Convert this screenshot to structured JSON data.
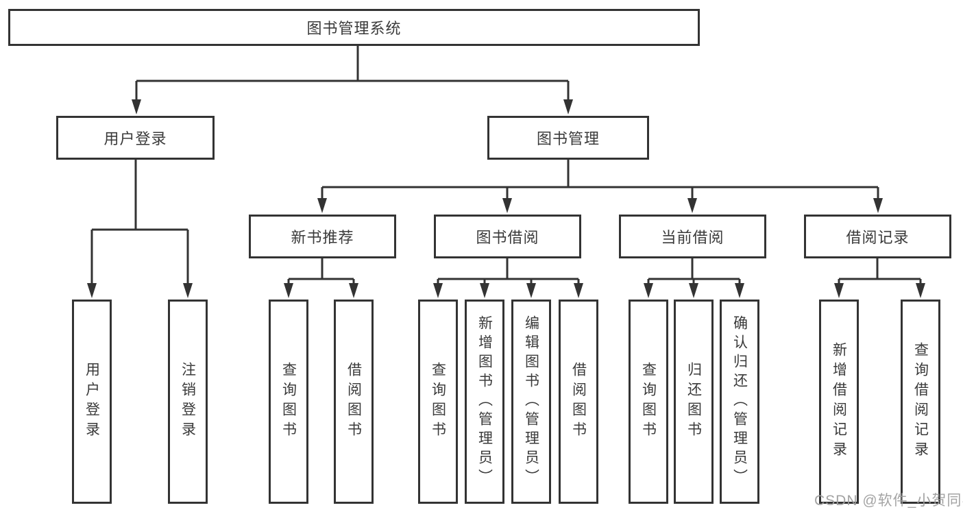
{
  "diagram_title": "图书管理系统",
  "tree": {
    "label": "图书管理系统",
    "children": [
      {
        "label": "用户登录",
        "children": [
          {
            "label": "用户登录"
          },
          {
            "label": "注销登录"
          }
        ]
      },
      {
        "label": "图书管理",
        "children": [
          {
            "label": "新书推荐",
            "children": [
              {
                "label": "查询图书"
              },
              {
                "label": "借阅图书"
              }
            ]
          },
          {
            "label": "图书借阅",
            "children": [
              {
                "label": "查询图书"
              },
              {
                "label": "新增图书（管理员）"
              },
              {
                "label": "编辑图书（管理员）"
              },
              {
                "label": "借阅图书"
              }
            ]
          },
          {
            "label": "当前借阅",
            "children": [
              {
                "label": "查询图书"
              },
              {
                "label": "归还图书"
              },
              {
                "label": "确认归还（管理员）"
              }
            ]
          },
          {
            "label": "借阅记录",
            "children": [
              {
                "label": "新增借阅记录"
              },
              {
                "label": "查询借阅记录"
              }
            ]
          }
        ]
      }
    ]
  },
  "watermark": {
    "text": "CSDN @软件_小贺同学"
  },
  "colors": {
    "line": "#333333",
    "box_border": "#333333",
    "text": "#3a3a3a",
    "background": "#ffffff",
    "watermark": "#9e9e9e"
  }
}
